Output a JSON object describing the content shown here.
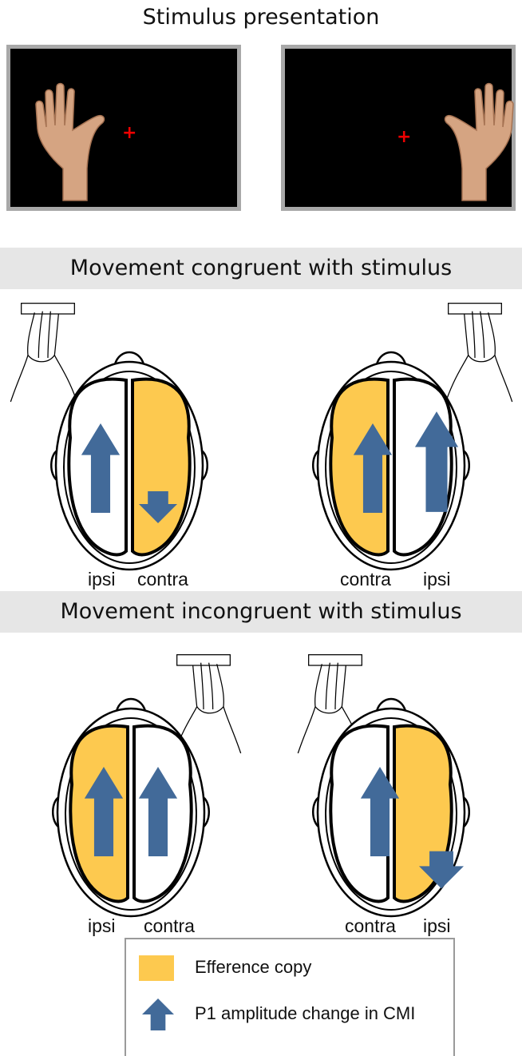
{
  "stimulus": {
    "title": "Stimulus presentation"
  },
  "congruent": {
    "title": "Movement congruent with stimulus",
    "left": {
      "label_a": "ipsi",
      "label_b": "contra"
    },
    "right": {
      "label_a": "contra",
      "label_b": "ipsi"
    }
  },
  "incongruent": {
    "title": "Movement incongruent with stimulus",
    "left": {
      "label_a": "ipsi",
      "label_b": "contra"
    },
    "right": {
      "label_a": "contra",
      "label_b": "ipsi"
    }
  },
  "legend": {
    "efference": "Efference copy",
    "p1": "P1 amplitude change in CMI"
  },
  "colors": {
    "efference": "#fdc94f",
    "arrow": "#426a99",
    "cross": "#e00000",
    "screen_border": "#a8a8a8"
  }
}
